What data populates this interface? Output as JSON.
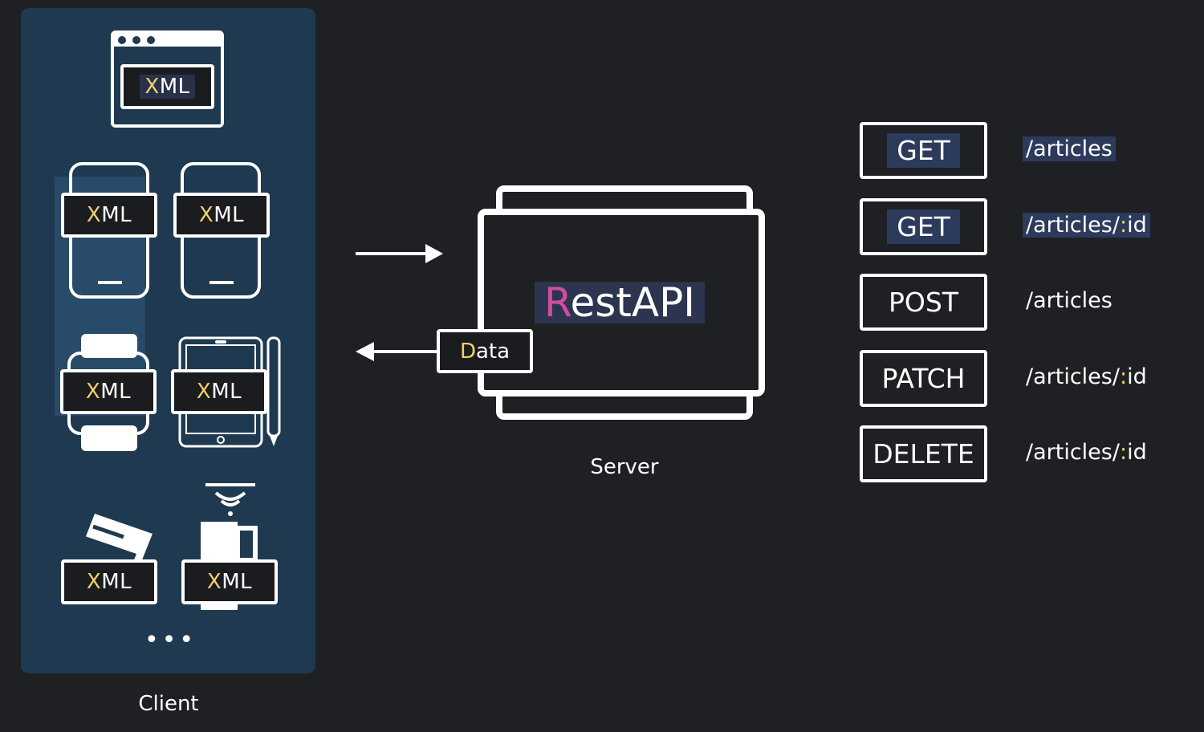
{
  "client": {
    "caption": "Client",
    "xml_labels": [
      "XML",
      "XML",
      "XML",
      "XML",
      "XML",
      "XML",
      "XML"
    ],
    "more": "•••"
  },
  "server": {
    "caption": "Server",
    "title_first": "R",
    "title_rest": "estAPI",
    "data_first": "D",
    "data_rest": "ata"
  },
  "routes": [
    {
      "method": "GET",
      "path": "/articles"
    },
    {
      "method": "GET",
      "path": "/articles/:id"
    },
    {
      "method": "POST",
      "path": "/articles"
    },
    {
      "method": "PATCH",
      "path": "/articles/:id"
    },
    {
      "method": "DELETE",
      "path": "/articles/:id"
    }
  ],
  "colors": {
    "background": "#1f2024",
    "client_panel": "#1f3a50",
    "accent_yellow": "#f1d36b",
    "accent_pink": "#d24d9a",
    "highlight": "#2c3a5c"
  }
}
